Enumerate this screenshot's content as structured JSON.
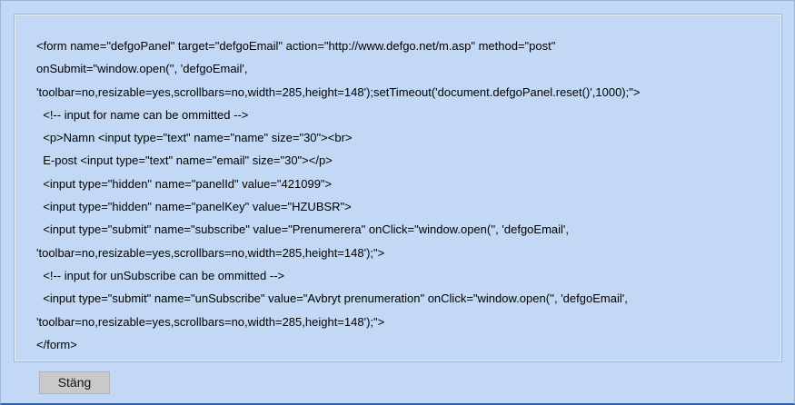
{
  "code_block": {
    "lines": [
      "<form name=\"defgoPanel\" target=\"defgoEmail\" action=\"http://www.defgo.net/m.asp\" method=\"post\"",
      "onSubmit=\"window.open('', 'defgoEmail',",
      "'toolbar=no,resizable=yes,scrollbars=no,width=285,height=148');setTimeout('document.defgoPanel.reset()',1000);\">",
      "  <!-- input for name can be ommitted -->",
      "  <p>Namn <input type=\"text\" name=\"name\" size=\"30\"><br>",
      "  E-post <input type=\"text\" name=\"email\" size=\"30\"></p>",
      "  <input type=\"hidden\" name=\"panelId\" value=\"421099\">",
      "  <input type=\"hidden\" name=\"panelKey\" value=\"HZUBSR\">",
      "  <input type=\"submit\" name=\"subscribe\" value=\"Prenumerera\" onClick=\"window.open('', 'defgoEmail',",
      "'toolbar=no,resizable=yes,scrollbars=no,width=285,height=148');\">",
      "  <!-- input for unSubscribe can be ommitted -->",
      "  <input type=\"submit\" name=\"unSubscribe\" value=\"Avbryt prenumeration\" onClick=\"window.open('', 'defgoEmail',",
      "'toolbar=no,resizable=yes,scrollbars=no,width=285,height=148');\">",
      "</form>"
    ]
  },
  "buttons": {
    "close_label": "Stäng"
  }
}
